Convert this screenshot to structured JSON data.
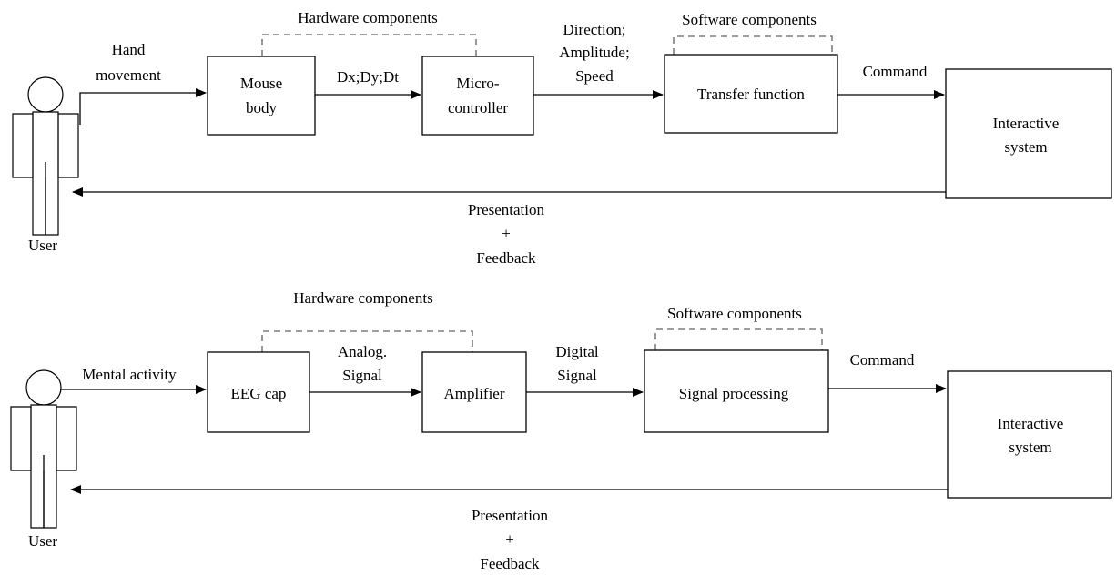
{
  "top": {
    "user_label": "User",
    "input_label_line1": "Hand",
    "input_label_line2": "movement",
    "hardware_label": "Hardware components",
    "software_label": "Software components",
    "box1_line1": "Mouse",
    "box1_line2": "body",
    "signal1_label": "Dx;Dy;Dt",
    "box2_line1": "Micro-",
    "box2_line2": "controller",
    "signal2_line1": "Direction;",
    "signal2_line2": "Amplitude;",
    "signal2_line3": "Speed",
    "box3_label": "Transfer function",
    "command_label": "Command",
    "system_line1": "Interactive",
    "system_line2": "system",
    "feedback_line1": "Presentation",
    "feedback_line2": "+",
    "feedback_line3": "Feedback"
  },
  "bottom": {
    "user_label": "User",
    "input_label": "Mental activity",
    "hardware_label": "Hardware components",
    "software_label": "Software components",
    "box1_label": "EEG cap",
    "signal1_line1": "Analog.",
    "signal1_line2": "Signal",
    "box2_label": "Amplifier",
    "signal2_line1": "Digital",
    "signal2_line2": "Signal",
    "box3_label": "Signal processing",
    "command_label": "Command",
    "system_line1": "Interactive",
    "system_line2": "system",
    "feedback_line1": "Presentation",
    "feedback_line2": "+",
    "feedback_line3": "Feedback"
  }
}
